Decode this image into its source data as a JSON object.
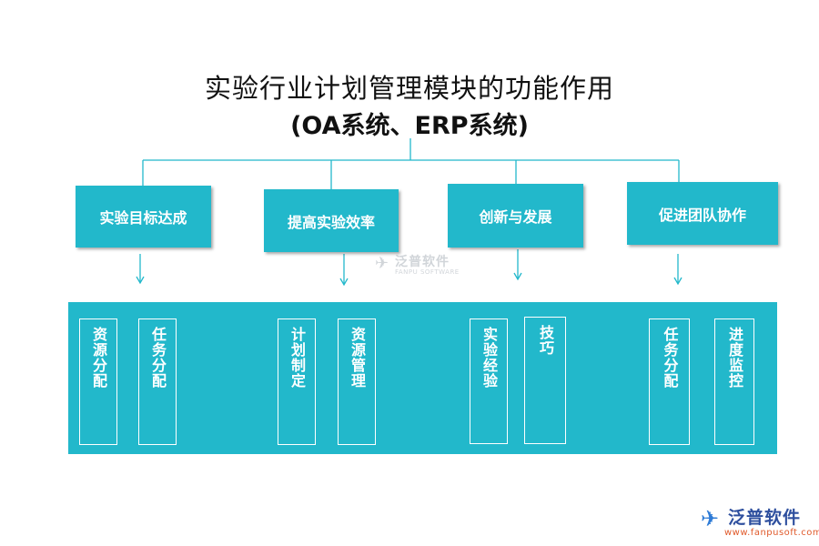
{
  "title": {
    "line1": "实验行业计划管理模块的功能作用",
    "line2": "(OA系统、ERP系统)"
  },
  "modules": [
    {
      "label": "实验目标达成",
      "items": [
        "资源分配",
        "任务分配"
      ]
    },
    {
      "label": "提高实验效率",
      "items": [
        "计划制定",
        "资源管理"
      ]
    },
    {
      "label": "创新与发展",
      "items": [
        "实验经验",
        "技巧"
      ]
    },
    {
      "label": "促进团队协作",
      "items": [
        "任务分配",
        "进度监控"
      ]
    }
  ],
  "watermark": {
    "center_cn": "泛普软件",
    "center_en": "FANPU SOFTWARE",
    "corner_cn": "泛普软件",
    "corner_url": "www.fanpusoft.com"
  },
  "colors": {
    "accent": "#22b8cb",
    "text": "#111111",
    "box_text": "#ffffff",
    "brand_blue": "#2e4f9e",
    "brand_orange": "#e05a2b"
  },
  "icons": [
    "down-arrow-icon",
    "fanpu-logo-icon"
  ]
}
